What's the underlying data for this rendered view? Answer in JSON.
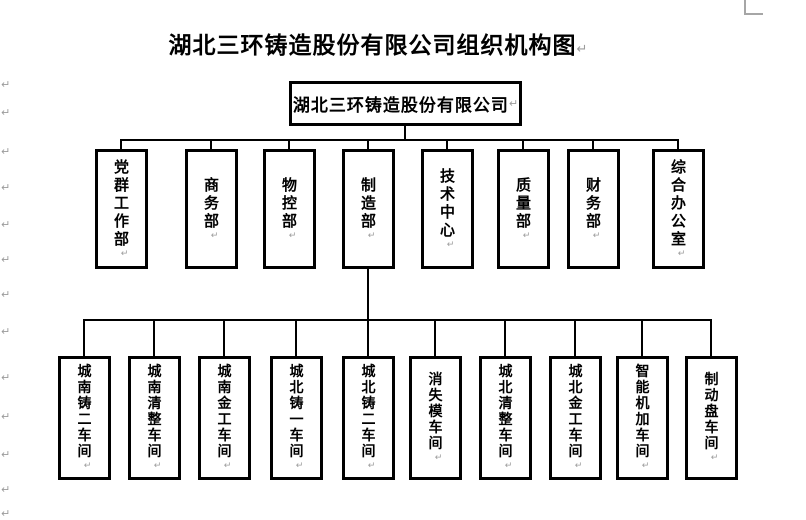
{
  "title": {
    "text": "湖北三环铸造股份有限公司组织机构图"
  },
  "marks": {
    "return_mark": "↵"
  },
  "org": {
    "root_label": "湖北三环铸造股份有限公司",
    "departments": [
      "党群工作部",
      "商务部",
      "物控部",
      "制造部",
      "技术中心",
      "质量部",
      "财务部",
      "综合办公室"
    ],
    "workshops_parent": "制造部",
    "workshops": [
      "城南铸二车间",
      "城南清整车间",
      "城南金工车间",
      "城北铸一车间",
      "城北铸二车间",
      "消失模车间",
      "城北清整车间",
      "城北金工车间",
      "智能机加车间",
      "制动盘车间"
    ]
  },
  "colors": {
    "line": "#000000",
    "box_border": "#000000",
    "page_background": "#ffffff",
    "formatting_mark": "#9b9b9b"
  }
}
